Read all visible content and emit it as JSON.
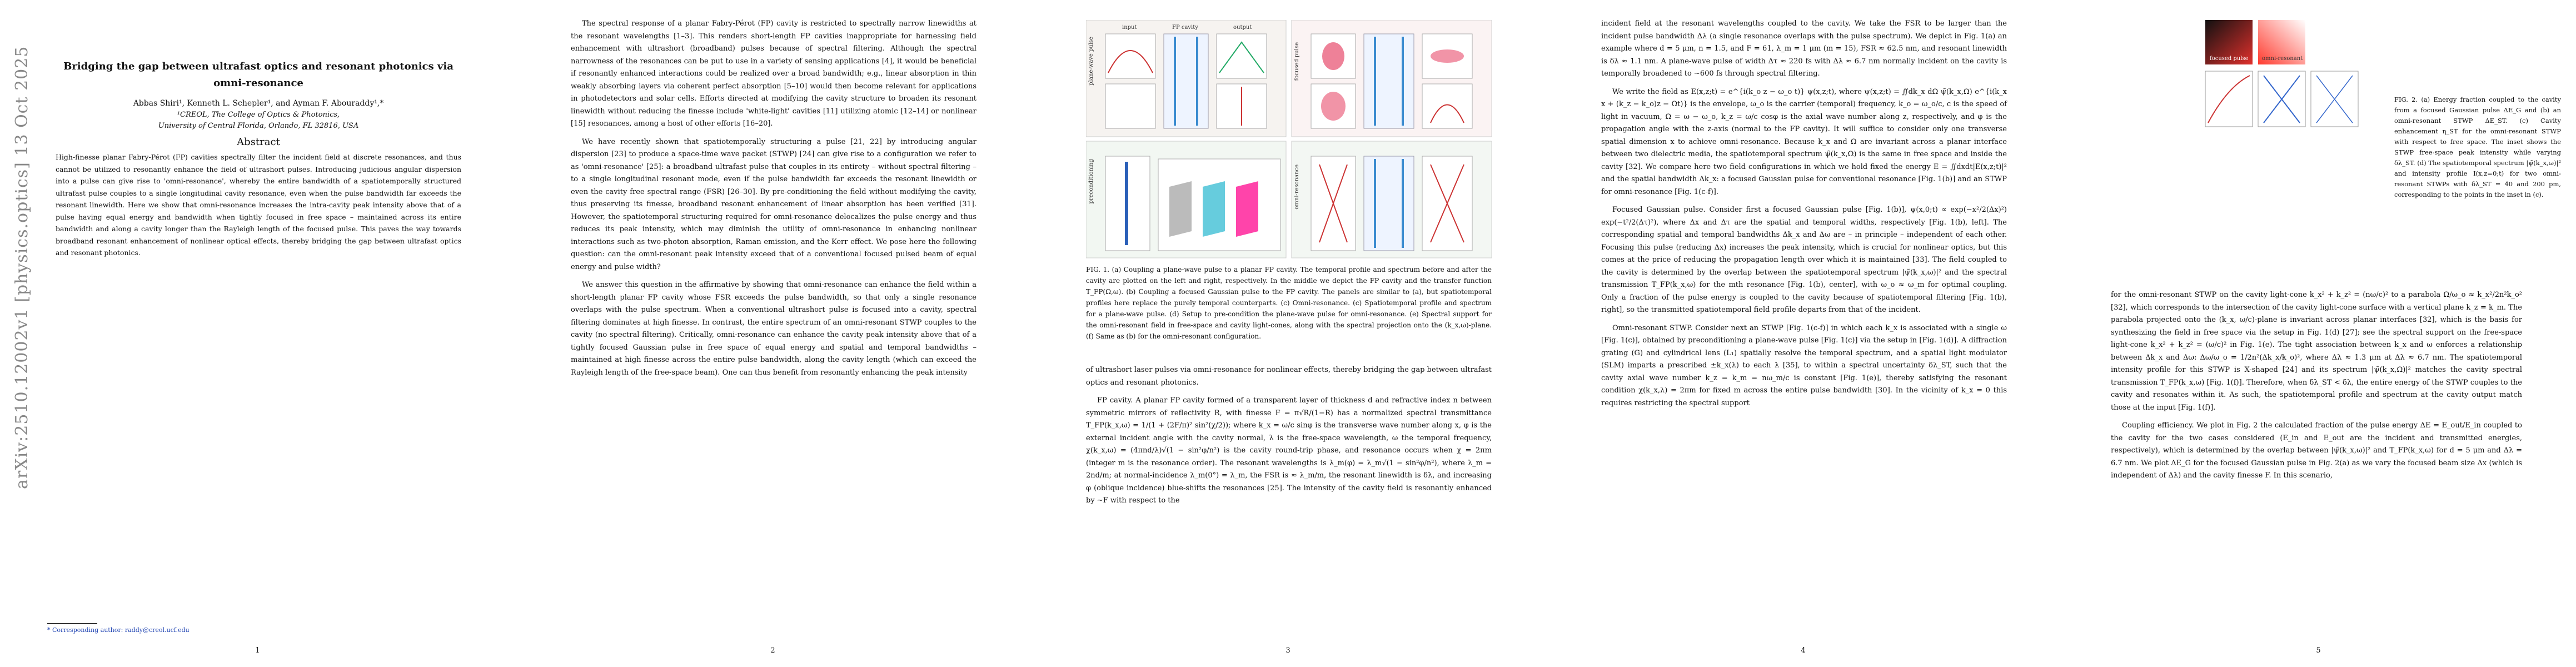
{
  "arxiv_stamp": "arXiv:2510.12002v1  [physics.optics]  13 Oct 2025",
  "page1": {
    "title": "Bridging the gap between ultrafast optics and resonant photonics via omni-resonance",
    "authors": "Abbas Shiri¹, Kenneth L. Schepler¹, and Ayman F. Abouraddy¹,*",
    "affil1": "¹CREOL, The College of Optics & Photonics,",
    "affil2": "University of Central Florida, Orlando, FL 32816, USA",
    "abstract_heading": "Abstract",
    "abstract": "High-finesse planar Fabry-Pérot (FP) cavities spectrally filter the incident field at discrete resonances, and thus cannot be utilized to resonantly enhance the field of ultrashort pulses. Introducing judicious angular dispersion into a pulse can give rise to 'omni-resonance', whereby the entire bandwidth of a spatiotemporally structured ultrafast pulse couples to a single longitudinal cavity resonance, even when the pulse bandwidth far exceeds the resonant linewidth. Here we show that omni-resonance increases the intra-cavity peak intensity above that of a pulse having equal energy and bandwidth when tightly focused in free space – maintained across its entire bandwidth and along a cavity longer than the Rayleigh length of the focused pulse. This paves the way towards broadband resonant enhancement of nonlinear optical effects, thereby bridging the gap between ultrafast optics and resonant photonics.",
    "footnote": "* Corresponding author: raddy@creol.ucf.edu",
    "page_number": "1"
  },
  "page2": {
    "p1": "The spectral response of a planar Fabry-Pérot (FP) cavity is restricted to spectrally narrow linewidths at the resonant wavelengths [1–3]. This renders short-length FP cavities inappropriate for harnessing field enhancement with ultrashort (broadband) pulses because of spectral filtering. Although the spectral narrowness of the resonances can be put to use in a variety of sensing applications [4], it would be beneficial if resonantly enhanced interactions could be realized over a broad bandwidth; e.g., linear absorption in thin weakly absorbing layers via coherent perfect absorption [5–10] would then become relevant for applications in photodetectors and solar cells. Efforts directed at modifying the cavity structure to broaden its resonant linewidth without reducing the finesse include 'white-light' cavities [11] utilizing atomic [12–14] or nonlinear [15] resonances, among a host of other efforts [16–20].",
    "p2": "We have recently shown that spatiotemporally structuring a pulse [21, 22] by introducing angular dispersion [23] to produce a space-time wave packet (STWP) [24] can give rise to a configuration we refer to as 'omni-resonance' [25]: a broadband ultrafast pulse that couples in its entirety – without spectral filtering – to a single longitudinal resonant mode, even if the pulse bandwidth far exceeds the resonant linewidth or even the cavity free spectral range (FSR) [26–30]. By pre-conditioning the field without modifying the cavity, thus preserving its finesse, broadband resonant enhancement of linear absorption has been verified [31]. However, the spatiotemporal structuring required for omni-resonance delocalizes the pulse energy and thus reduces its peak intensity, which may diminish the utility of omni-resonance in enhancing nonlinear interactions such as two-photon absorption, Raman emission, and the Kerr effect. We pose here the following question: can the omni-resonant peak intensity exceed that of a conventional focused pulsed beam of equal energy and pulse width?",
    "p3": "We answer this question in the affirmative by showing that omni-resonance can enhance the field within a short-length planar FP cavity whose FSR exceeds the pulse bandwidth, so that only a single resonance overlaps with the pulse spectrum. When a conventional ultrashort pulse is focused into a cavity, spectral filtering dominates at high finesse. In contrast, the entire spectrum of an omni-resonant STWP couples to the cavity (no spectral filtering). Critically, omni-resonance can enhance the cavity peak intensity above that of a tightly focused Gaussian pulse in free space of equal energy and spatial and temporal bandwidths – maintained at high finesse across the entire pulse bandwidth, along the cavity length (which can exceed the Rayleigh length of the free-space beam). One can thus benefit from resonantly enhancing the peak intensity",
    "page_number": "2"
  },
  "page3": {
    "fig_row_labels": [
      "plane-wave pulse",
      "focused pulse",
      "preconditioning",
      "omni-resonance"
    ],
    "fig_col_labels": [
      "input",
      "FP cavity",
      "output"
    ],
    "caption": "FIG. 1. (a) Coupling a plane-wave pulse to a planar FP cavity. The temporal profile and spectrum before and after the cavity are plotted on the left and right, respectively. In the middle we depict the FP cavity and the transfer function T_FP(Ω,ω). (b) Coupling a focused Gaussian pulse to the FP cavity. The panels are similar to (a), but spatiotemporal profiles here replace the purely temporal counterparts. (c) Omni-resonance. (c) Spatiotemporal profile and spectrum for a plane-wave pulse. (d) Setup to pre-condition the plane-wave pulse for omni-resonance. (e) Spectral support for the omni-resonant field in free-space and cavity light-cones, along with the spectral projection onto the (k_x,ω)-plane. (f) Same as (b) for the omni-resonant configuration.",
    "p1": "of ultrashort laser pulses via omni-resonance for nonlinear effects, thereby bridging the gap between ultrafast optics and resonant photonics.",
    "p2": "FP cavity. A planar FP cavity formed of a transparent layer of thickness d and refractive index n between symmetric mirrors of reflectivity R, with finesse F = π√R/(1−R) has a normalized spectral transmittance T_FP(k_x,ω) = 1/(1 + (2F/π)² sin²(χ/2)); where k_x = ω/c sinφ is the transverse wave number along x, φ is the external incident angle with the cavity normal, λ is the free-space wavelength, ω the temporal frequency, χ(k_x,ω) = (4πnd/λ)√(1 − sin²φ/n²) is the cavity round-trip phase, and resonance occurs when χ = 2πm (integer m is the resonance order). The resonant wavelengths is λ_m(φ) = λ_m√(1 − sin²φ/n²), where λ_m = 2nd/m; at normal-incidence λ_m(0°) = λ_m, the FSR is ≈ λ_m/m, the resonant linewidth is δλ, and increasing φ (oblique incidence) blue-shifts the resonances [25]. The intensity of the cavity field is resonantly enhanced by ∼F with respect to the",
    "page_number": "3"
  },
  "page4": {
    "p1": "incident field at the resonant wavelengths coupled to the cavity. We take the FSR to be larger than the incident pulse bandwidth Δλ (a single resonance overlaps with the pulse spectrum). We depict in Fig. 1(a) an example where d = 5 μm, n = 1.5, and F = 61, λ_m = 1 μm (m = 15), FSR ≈ 62.5 nm, and resonant linewidth is δλ ≈ 1.1 nm. A plane-wave pulse of width Δτ ≈ 220 fs with Δλ ≈ 6.7 nm normally incident on the cavity is temporally broadened to ∼600 fs through spectral filtering.",
    "p2": "We write the field as E(x,z;t) = e^{i(k_o z − ω_o t)} ψ(x,z;t), where ψ(x,z;t) = ∬dk_x dΩ ψ̃(k_x,Ω) e^{i(k_x x + (k_z − k_o)z − Ωt)} is the envelope, ω_o is the carrier (temporal) frequency, k_o = ω_o/c, c is the speed of light in vacuum, Ω = ω − ω_o, k_z = ω/c cosφ is the axial wave number along z, respectively, and φ is the propagation angle with the z-axis (normal to the FP cavity). It will suffice to consider only one transverse spatial dimension x to achieve omni-resonance. Because k_x and Ω are invariant across a planar interface between two dielectric media, the spatiotemporal spectrum ψ̃(k_x,Ω) is the same in free space and inside the cavity [32]. We compare here two field configurations in which we hold fixed the energy E = ∬dxdt|E(x,z;t)|² and the spatial bandwidth Δk_x: a focused Gaussian pulse for conventional resonance [Fig. 1(b)] and an STWP for omni-resonance [Fig. 1(c-f)].",
    "p3": "Focused Gaussian pulse. Consider first a focused Gaussian pulse [Fig. 1(b)], ψ(x,0;t) ∝ exp(−x²/2(Δx)²) exp(−t²/2(Δτ)²), where Δx and Δτ are the spatial and temporal widths, respectively [Fig. 1(b), left]. The corresponding spatial and temporal bandwidths Δk_x and Δω are – in principle – independent of each other. Focusing this pulse (reducing Δx) increases the peak intensity, which is crucial for nonlinear optics, but this comes at the price of reducing the propagation length over which it is maintained [33]. The field coupled to the cavity is determined by the overlap between the spatiotemporal spectrum |ψ̃(k_x,ω)|² and the spectral transmission T_FP(k_x,ω) for the mth resonance [Fig. 1(b), center], with ω_o ≈ ω_m for optimal coupling. Only a fraction of the pulse energy is coupled to the cavity because of spatiotemporal filtering [Fig. 1(b), right], so the transmitted spatiotemporal field profile departs from that of the incident.",
    "p4": "Omni-resonant STWP. Consider next an STWP [Fig. 1(c-f)] in which each k_x is associated with a single ω [Fig. 1(c)], obtained by preconditioning a plane-wave pulse [Fig. 1(c)] via the setup in [Fig. 1(d)]. A diffraction grating (G) and cylindrical lens (L₁) spatially resolve the temporal spectrum, and a spatial light modulator (SLM) imparts a prescribed ±k_x(λ) to each λ [35], to within a spectral uncertainty δλ_ST, such that the cavity axial wave number k_z = k_m = nω_m/c is constant [Fig. 1(e)], thereby satisfying the resonant condition χ(k_x,λ) = 2πm for fixed m across the entire pulse bandwidth [30]. In the vicinity of k_x = 0 this requires restricting the spectral support",
    "page_number": "4"
  },
  "page5": {
    "fig_labels": [
      "focused pulse",
      "omni-resonant"
    ],
    "caption": "FIG. 2. (a) Energy fraction coupled to the cavity from a focused Gaussian pulse ΔE_G and (b) an omni-resonant STWP ΔE_ST. (c) Cavity enhancement η_ST for the omni-resonant STWP with respect to free space. The inset shows the STWP free-space peak intensity while varying δλ_ST. (d) The spatiotemporal spectrum |ψ̃(k_x,ω)|² and intensity profile I(x,z=0;t) for two omni-resonant STWPs with δλ_ST = 40 and 200 pm, corresponding to the points in the inset in (c).",
    "p1": "for the omni-resonant STWP on the cavity light-cone k_x² + k_z² = (nω/c)² to a parabola Ω/ω_o ≈ k_x²/2n²k_o² [32], which corresponds to the intersection of the cavity light-cone surface with a vertical plane k_z = k_m. The parabola projected onto the (k_x, ω/c)-plane is invariant across planar interfaces [32], which is the basis for synthesizing the field in free space via the setup in Fig. 1(d) [27]; see the spectral support on the free-space light-cone k_x² + k_z² = (ω/c)² in Fig. 1(e). The tight association between k_x and ω enforces a relationship between Δk_x and Δω: Δω/ω_o = 1/2n²(Δk_x/k_o)², where Δλ ≈ 1.3 μm at Δλ ≈ 6.7 nm. The spatiotemporal intensity profile for this STWP is X-shaped [24] and its spectrum |ψ̃(k_x,Ω)|² matches the cavity spectral transmission T_FP(k_x,ω) [Fig. 1(f)]. Therefore, when δλ_ST < δλ, the entire energy of the STWP couples to the cavity and resonates within it. As such, the spatiotemporal profile and spectrum at the cavity output match those at the input [Fig. 1(f)].",
    "p2": "Coupling efficiency. We plot in Fig. 2 the calculated fraction of the pulse energy ΔE = E_out/E_in coupled to the cavity for the two cases considered (E_in and E_out are the incident and transmitted energies, respectively), which is determined by the overlap between |ψ̃(k_x,ω)|² and T_FP(k_x,ω) for d = 5 μm and Δλ = 6.7 nm. We plot ΔE_G for the focused Gaussian pulse in Fig. 2(a) as we vary the focused beam size Δx (which is independent of Δλ) and the cavity finesse F. In this scenario,",
    "page_number": "5"
  }
}
